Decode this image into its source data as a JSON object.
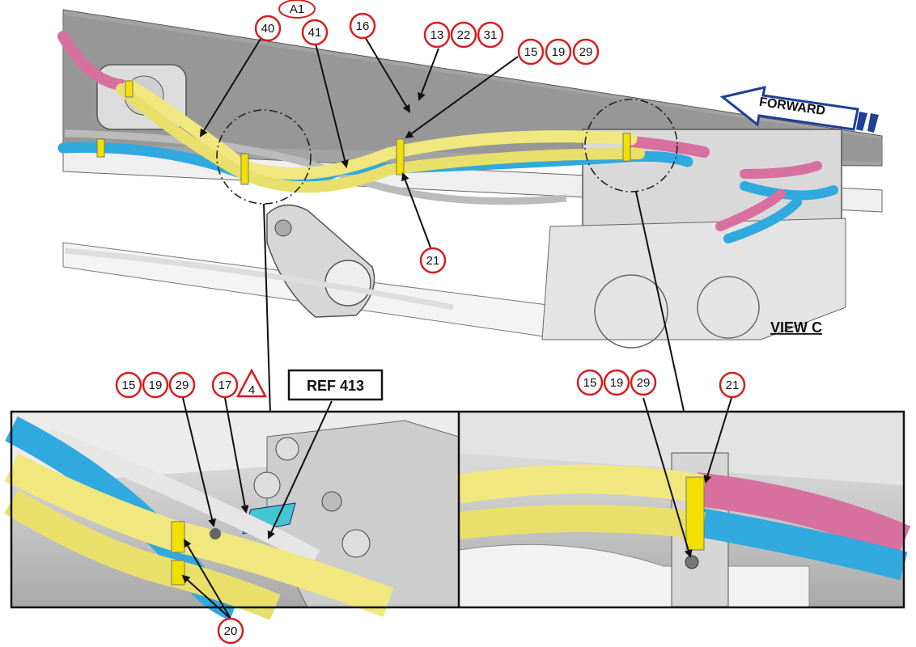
{
  "main_view": {
    "title": "VIEW C",
    "direction_label": "FORWARD",
    "revision_tag": "A1",
    "callouts": {
      "c40": "40",
      "c41": "41",
      "c16": "16",
      "c13": "13",
      "c22": "22",
      "c31": "31",
      "c15": "15",
      "c19": "19",
      "c29": "29",
      "c21": "21"
    }
  },
  "detail_left": {
    "callouts": {
      "c15": "15",
      "c19": "19",
      "c29": "29",
      "c17": "17",
      "c20": "20"
    },
    "note_flag": "4",
    "reference_label": "REF 413"
  },
  "detail_right": {
    "callouts": {
      "c15": "15",
      "c19": "19",
      "c29": "29",
      "c21": "21"
    }
  },
  "colors": {
    "hose_yellow": "#f0e77e",
    "hose_blue": "#2fa9de",
    "hose_pink": "#d8709f",
    "clamp_yellow": "#f1e000",
    "callout_red": "#d61e1e",
    "arrow_blue": "#1f3f98",
    "frame_gray": "#b7b7b7",
    "teal_bracket": "#43c6cf"
  }
}
